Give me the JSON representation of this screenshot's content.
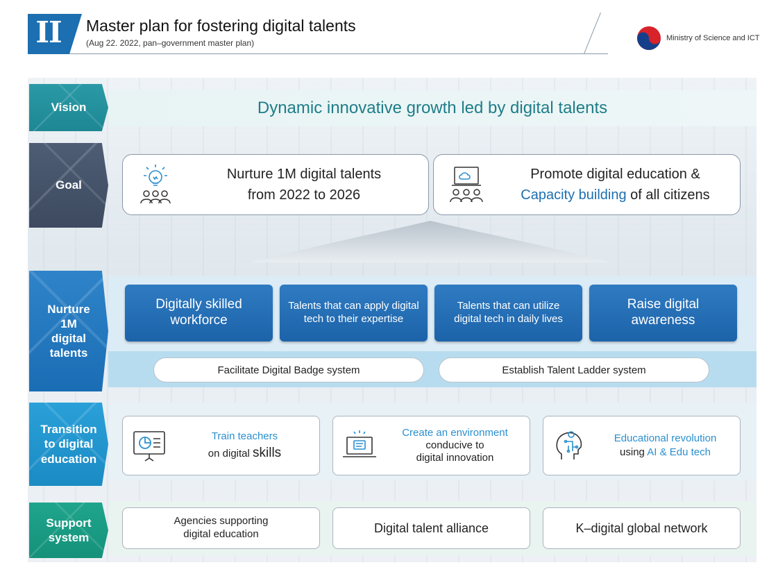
{
  "header": {
    "roman": "II",
    "title": "Master plan for fostering digital talents",
    "subtitle": "(Aug 22. 2022, pan–government master plan)",
    "ministry": "Ministry of Science and ICT"
  },
  "labels": {
    "vision": "Vision",
    "goal": "Goal",
    "nurture": "Nurture 1M digital talents",
    "transition": "Transition to digital education",
    "support": "Support system"
  },
  "vision": {
    "text": "Dynamic innovative growth led by digital talents"
  },
  "goal": {
    "left_line1": "Nurture 1M digital talents",
    "left_line2": "from 2022 to 2026",
    "right_line1": "Promote digital education &",
    "right_line2_hl": "Capacity building",
    "right_line2_rest": " of all citizens"
  },
  "nurture": {
    "boxes": [
      {
        "text": "Digitally skilled workforce"
      },
      {
        "text": "Talents that can apply digital tech to their expertise"
      },
      {
        "text": "Talents that can utilize digital tech in daily lives"
      },
      {
        "text": "Raise digital awareness"
      }
    ],
    "pills": [
      "Facilitate Digital Badge system",
      "Establish Talent Ladder system"
    ]
  },
  "transition": {
    "b1_blue": "Train teachers",
    "b1_dark": "on digital ",
    "b1_big": "skills",
    "b2_blue": "Create an environment",
    "b2_l2": "conducive to",
    "b2_l3": "digital innovation",
    "b3_blue": "Educational revolution",
    "b3_dark": "using ",
    "b3_blue2": "AI & Edu tech"
  },
  "support": {
    "items": [
      "Agencies supporting digital education",
      "Digital talent alliance",
      "K–digital global network"
    ]
  },
  "colors": {
    "brand_blue": "#1c6fb0",
    "vision_teal": "#1e7d88",
    "accent_sky": "#2a8fcf",
    "goal_slate": "#3d4a60",
    "support_green": "#15917a"
  }
}
